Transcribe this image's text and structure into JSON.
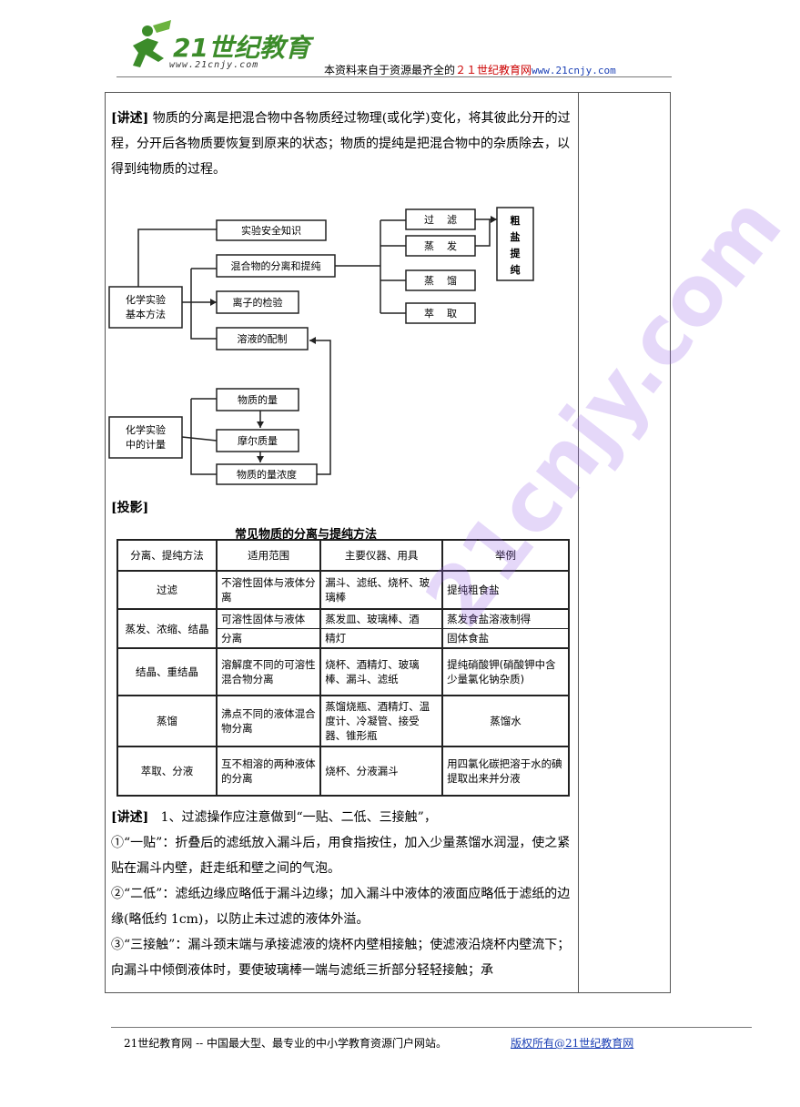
{
  "header": {
    "logo_text": "21世纪教育",
    "logo_sub": "www.21cnjy.com",
    "prefix": "本资料来自于资源最齐全的",
    "brand": "２１世纪教育网",
    "url": "www.21cnjy.com"
  },
  "intro": {
    "tag": "[讲述]",
    "text": "物质的分离是把混合物中各物质经过物理(或化学)变化，将其彼此分开的过程，分开后各物质要恢复到原来的状态；物质的提纯是把混合物中的杂质除去，以得到纯物质的过程。"
  },
  "diagram": {
    "root1": [
      "化学实验",
      "基本方法"
    ],
    "root2": [
      "化学实验",
      "中的计量"
    ],
    "n_safety": "实验安全知识",
    "n_separation": "混合物的分离和提纯",
    "n_ion": "离子的检验",
    "n_solution": "溶液的配制",
    "n_amount": "物质的量",
    "n_molar": "摩尔质量",
    "n_conc": "物质的量浓度",
    "ops": [
      "过    滤",
      "蒸    发",
      "蒸    馏",
      "萃    取"
    ],
    "salt": [
      "粗",
      "盐",
      "提",
      "纯"
    ]
  },
  "projection_tag": "[投影]",
  "table": {
    "title": "常见物质的分离与提纯方法",
    "headers": [
      "分离、提纯方法",
      "适用范围",
      "主要仪器、用具",
      "举例"
    ],
    "r1": [
      "过滤",
      "不溶性固体与液体分离",
      "漏斗、滤纸、烧杯、玻璃棒",
      "提纯粗食盐"
    ],
    "r2": {
      "method": "蒸发、浓缩、结晶",
      "range_a": "可溶性固体与液体",
      "range_b": "分离",
      "tools_a": "蒸发皿、玻璃棒、酒",
      "tools_b": "精灯",
      "ex_a": "蒸发食盐溶液制得",
      "ex_b": "固体食盐"
    },
    "r3": [
      "结晶、重结晶",
      "溶解度不同的可溶性混合物分离",
      "烧杯、酒精灯、玻璃棒、漏斗、滤纸",
      "提纯硝酸钾(硝酸钾中含少量氯化钠杂质)"
    ],
    "r4": [
      "蒸馏",
      "沸点不同的液体混合物分离",
      "蒸馏烧瓶、酒精灯、温度计、冷凝管、接受器、锥形瓶",
      "蒸馏水"
    ],
    "r5": [
      "萃取、分液",
      "互不相溶的两种液体的分离",
      "烧杯、分液漏斗",
      "用四氯化碳把溶于水的碘提取出来并分液"
    ]
  },
  "lecture2": {
    "tag": "[讲述]",
    "lead": "1、过滤操作应注意做到“一贴、二低、三接触”，",
    "p1": "①“一贴”：折叠后的滤纸放入漏斗后，用食指按住，加入少量蒸馏水润湿，使之紧贴在漏斗内壁，赶走纸和壁之间的气泡。",
    "p2": "②“二低”：滤纸边缘应略低于漏斗边缘；加入漏斗中液体的液面应略低于滤纸的边缘(略低约 1cm)，以防止未过滤的液体外溢。",
    "p3": "③“三接触”：漏斗颈末端与承接滤液的烧杯内壁相接触；使滤液沿烧杯内壁流下；向漏斗中倾倒液体时，要使玻璃棒一端与滤纸三折部分轻轻接触；承"
  },
  "footer": {
    "left": "21世纪教育网 -- 中国最大型、最专业的中小学教育资源门户网站。",
    "right": "版权所有@21世纪教育网"
  },
  "watermark": "21cnjy.com",
  "colors": {
    "brand_green": "#3c8c2a",
    "red": "#cc0000",
    "link_blue": "#1a3fb5"
  }
}
